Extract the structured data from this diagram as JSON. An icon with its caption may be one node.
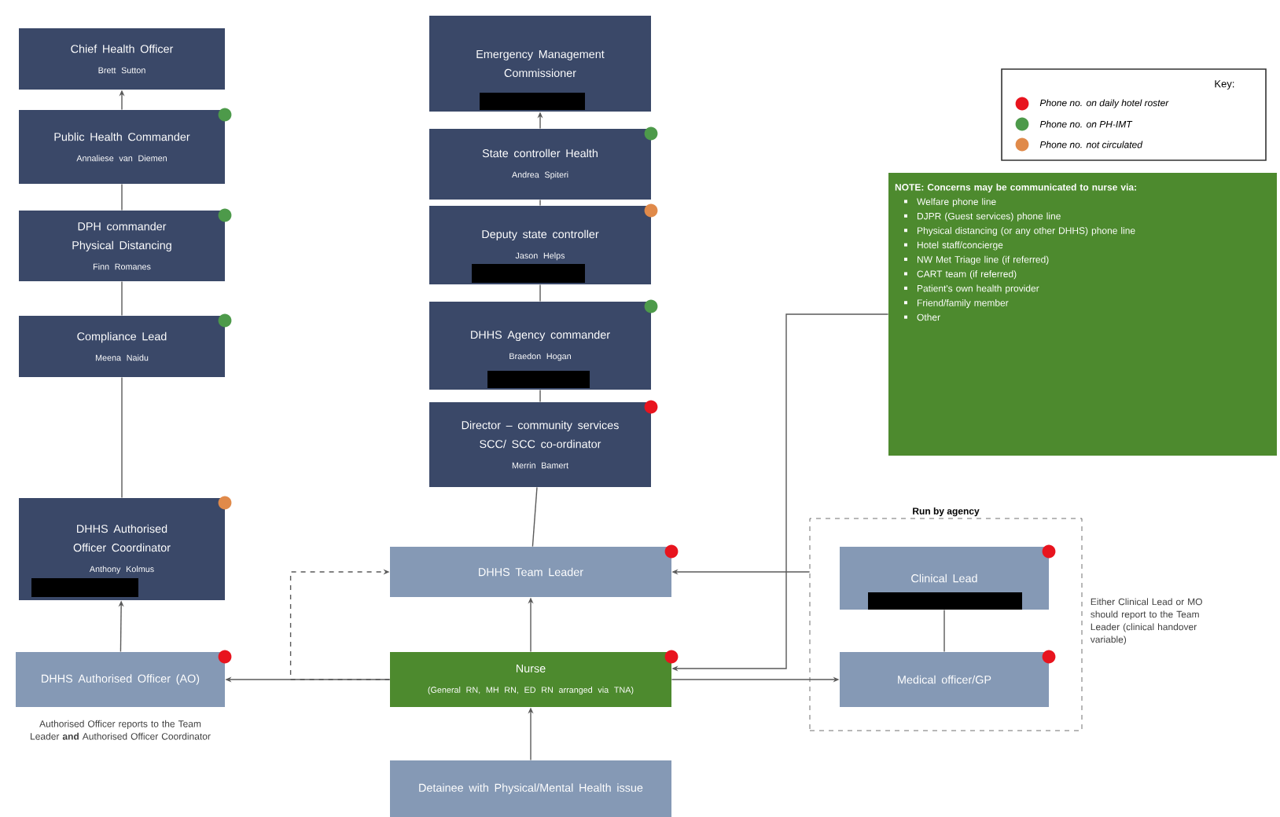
{
  "diagram": {
    "nodes": [
      {
        "text": [
          "Chief Health Officer",
          "Brett Sutton"
        ]
      },
      {
        "text": [
          "Public Health Commander",
          "Annaliese van Diemen"
        ]
      },
      {
        "text": [
          "DPH commander Physical Distancing",
          "Finn Romanes"
        ]
      },
      {
        "text": [
          "Compliance Lead",
          "Meena Naidu"
        ]
      },
      {
        "text": [
          "DHHS Authorised Officer Coordinator",
          "Anthony Kolmus"
        ]
      },
      {
        "text": [
          "DHHS Authorised Officer (AO)"
        ],
        "beside": [
          "Authorised Officer reports to the Team Leader **and** Authorised Officer Coordinator"
        ]
      },
      {
        "text": [
          "Emergency Management Commissioner"
        ]
      },
      {
        "text": [
          "State controller Health",
          "Andrea Spiteri"
        ]
      },
      {
        "text": [
          "Deputy state controller",
          "Jason Helps"
        ]
      },
      {
        "text": [
          "DHHS Agency commander",
          "Braedon Hogan"
        ]
      },
      {
        "text": [
          "Director – community services SCC/ SCC co-ordinator",
          "Merrin Bamert"
        ]
      },
      {
        "text": [
          "DHHS Team Leader"
        ]
      },
      {
        "text": [
          "Nurse",
          "(General RN, MH RN, ED RN arranged via TNA)"
        ]
      },
      {
        "text": [
          "Detainee with Physical/Mental Health issue"
        ]
      },
      {
        "text": [
          "NOTE: Concerns may be communicated to nurse via:",
          "Welfare phone line",
          "DJPR (Guest services) phone line",
          "Physical distancing (or any other DHHS) phone line",
          "Hotel staff/concierge",
          "NW Met Triage line (if referred)",
          "CART team (if referred)",
          "Patient's own health provider",
          "Friend/family member",
          "Other"
        ]
      },
      {
        "text": [
          "Run by agency"
        ],
        "beside": [
          "Either Clinical Lead or MO should report to the Team Leader (clinical handover variable)"
        ]
      },
      {
        "text": [
          "Clinical Lead"
        ],
        "in": 15
      },
      {
        "text": [
          "Medical officer/GP"
        ],
        "in": 15
      }
    ],
    "edges": [
      {
        "from": 1,
        "to": 0,
        "arrow": "to"
      },
      {
        "from": 1,
        "to": 2,
        "arrow": "none"
      },
      {
        "from": 2,
        "to": 3,
        "arrow": "none"
      },
      {
        "from": 3,
        "to": 4,
        "arrow": "none"
      },
      {
        "from": 5,
        "to": 4,
        "arrow": "to"
      },
      {
        "from": 7,
        "to": 6,
        "arrow": "to"
      },
      {
        "from": 7,
        "to": 8,
        "arrow": "none"
      },
      {
        "from": 8,
        "to": 9,
        "arrow": "none"
      },
      {
        "from": 9,
        "to": 10,
        "arrow": "none"
      },
      {
        "from": 10,
        "to": 11,
        "arrow": "none"
      },
      {
        "from": 12,
        "to": 11,
        "arrow": "to"
      },
      {
        "from": 13,
        "to": 12,
        "arrow": "to"
      },
      {
        "from": 12,
        "to": 5,
        "arrow": "to"
      },
      {
        "from": 12,
        "to": 11,
        "arrow": "to",
        "style": "dashed"
      },
      {
        "from": 12,
        "to": 17,
        "arrow": "to"
      },
      {
        "from": 15,
        "to": 11,
        "arrow": "to"
      },
      {
        "from": 14,
        "to": 12,
        "arrow": "to"
      },
      {
        "from": 16,
        "to": 17,
        "arrow": "none"
      }
    ],
    "labels": [
      "Key:"
    ],
    "legend": [
      {
        "text": "Phone no. on daily hotel roster",
        "color": "#e8141e"
      },
      {
        "text": "Phone no. on PH-IMT",
        "color": "#4d9a4a"
      },
      {
        "text": "Phone no. not circulated",
        "color": "#e08a4a"
      }
    ]
  }
}
